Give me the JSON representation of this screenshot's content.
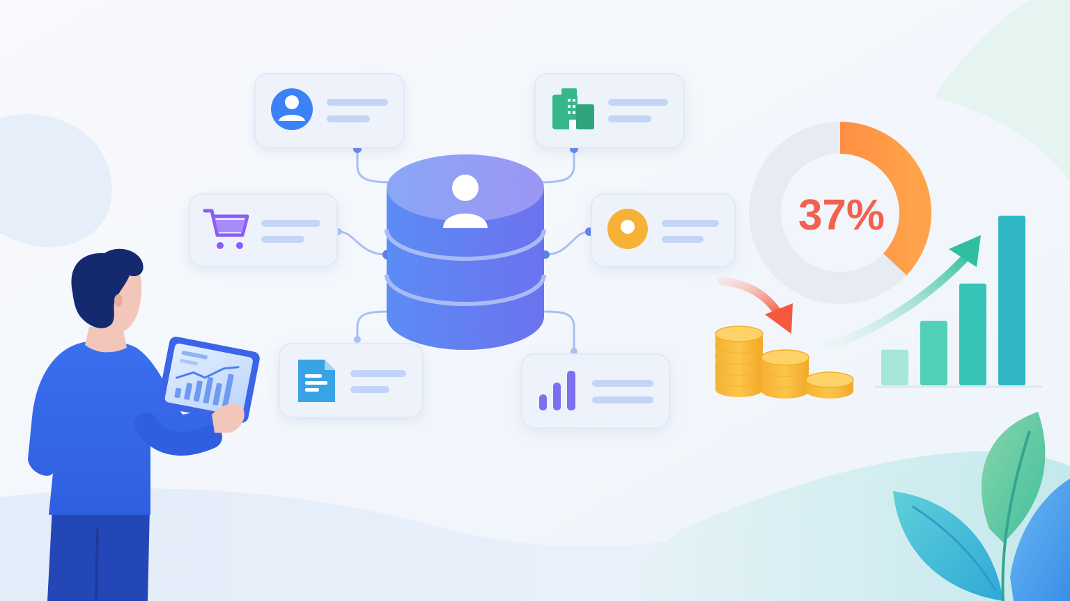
{
  "donut": {
    "label": "37%",
    "fraction": 0.37,
    "colors": {
      "track": "#e6ebf4",
      "fill_start": "#ff7a3d",
      "fill_end": "#ffa34a",
      "text": "#f2614f"
    }
  },
  "bars": {
    "relative_heights": [
      0.21,
      0.38,
      0.6,
      1.0
    ],
    "colors": [
      "#a5e6d9",
      "#52d0b6",
      "#36c4b8",
      "#2fb7c4"
    ]
  },
  "coins": {
    "stack_counts": [
      5,
      3,
      1
    ],
    "color": "#f8bb3c"
  },
  "data_cards": [
    {
      "icon": "user-icon",
      "color": "#3b82f6"
    },
    {
      "icon": "building-icon",
      "color": "#34b789"
    },
    {
      "icon": "shopping-cart-icon",
      "color": "#8b5cf6"
    },
    {
      "icon": "location-pin-icon",
      "color": "#f5b234"
    },
    {
      "icon": "document-icon",
      "color": "#38a3e6"
    },
    {
      "icon": "bar-chart-icon",
      "color": "#7b6ff0"
    }
  ],
  "database": {
    "icon": "user-icon",
    "color": "#6b83f2"
  },
  "palette": {
    "brand_blue": "#3f6df0",
    "growth_arrow": "#3cc8a8",
    "down_arrow": "#f4593f"
  }
}
